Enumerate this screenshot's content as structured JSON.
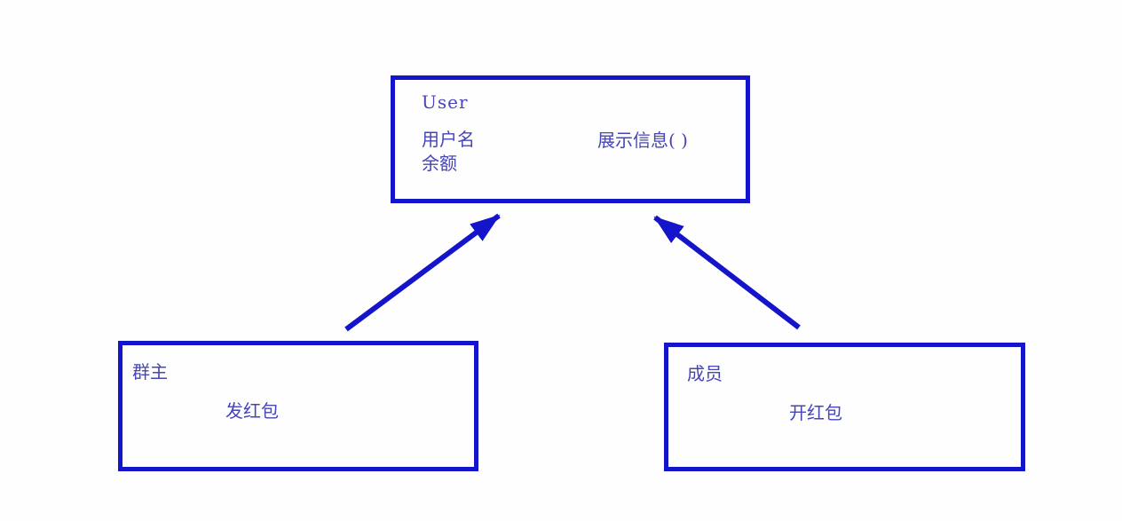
{
  "colors": {
    "accent": "#1414cb",
    "text": "#4646b4",
    "background": "#fefefe"
  },
  "diagram": {
    "type": "uml-class-inheritance",
    "user_box": {
      "title": "User",
      "attr_username": "用户名",
      "attr_balance": "余额",
      "method_show_info": "展示信息( )"
    },
    "owner_box": {
      "title": "群主",
      "method_send_packet": "发红包"
    },
    "member_box": {
      "title": "成员",
      "method_open_packet": "开红包"
    },
    "edges": [
      {
        "from": "群主",
        "to": "User",
        "type": "inheritance-arrow"
      },
      {
        "from": "成员",
        "to": "User",
        "type": "inheritance-arrow"
      }
    ]
  }
}
